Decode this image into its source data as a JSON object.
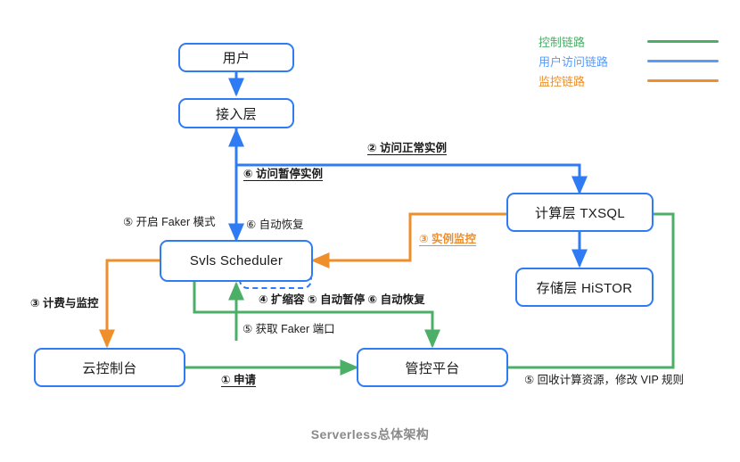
{
  "diagram": {
    "caption": "Serverless总体架构",
    "colors": {
      "control_link": "#4caf67",
      "user_access_link": "#2f7bf4",
      "monitor_link": "#ef8f2b",
      "node_border": "#2f7bf4",
      "caption_text": "#8a8a8a"
    },
    "legend": [
      {
        "label": "控制链路",
        "color": "#4caf67"
      },
      {
        "label": "用户访问链路",
        "color": "#5b9bf8"
      },
      {
        "label": "监控链路",
        "color": "#ef8f2b"
      }
    ],
    "nodes": [
      {
        "id": "user",
        "label": "用户"
      },
      {
        "id": "access-layer",
        "label": "接入层"
      },
      {
        "id": "svls-scheduler",
        "label": "Svls Scheduler"
      },
      {
        "id": "compute-layer",
        "label": "计算层 TXSQL"
      },
      {
        "id": "storage-layer",
        "label": "存储层 HiSTOR"
      },
      {
        "id": "cloud-console",
        "label": "云控制台"
      },
      {
        "id": "control-platform",
        "label": "管控平台"
      }
    ],
    "edge_labels": [
      {
        "id": "access-normal-instance",
        "text": "② 访问正常实例",
        "style": "bold-underline"
      },
      {
        "id": "access-paused-instance",
        "text": "⑥ 访问暂停实例",
        "style": "bold-underline"
      },
      {
        "id": "enable-faker-mode",
        "text": "⑤ 开启 Faker 模式",
        "style": "plain"
      },
      {
        "id": "auto-recover-top",
        "text": "⑥ 自动恢复",
        "style": "plain"
      },
      {
        "id": "instance-monitor",
        "text": "③ 实例监控",
        "style": "bold-underline-orange"
      },
      {
        "id": "billing-and-monitor",
        "text": "③ 计费与监控",
        "style": "bold"
      },
      {
        "id": "scale-pause-recover",
        "text": "④ 扩缩容 ⑤ 自动暂停 ⑥ 自动恢复",
        "style": "bold-partial-underline"
      },
      {
        "id": "get-faker-port",
        "text": "⑤ 获取 Faker 端口",
        "style": "plain"
      },
      {
        "id": "apply",
        "text": "① 申请",
        "style": "bold-underline"
      },
      {
        "id": "reclaim-resources",
        "text": "⑤ 回收计算资源，修改 VIP 规则",
        "style": "plain"
      }
    ]
  }
}
